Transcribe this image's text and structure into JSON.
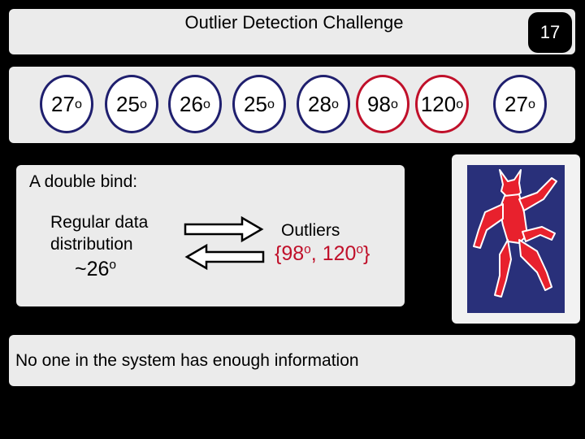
{
  "slide": {
    "title": "Outlier Detection Challenge",
    "number": "17"
  },
  "temperatures": [
    {
      "value": "27",
      "unit": "o",
      "outlier": false
    },
    {
      "value": "25",
      "unit": "o",
      "outlier": false
    },
    {
      "value": "26",
      "unit": "o",
      "outlier": false
    },
    {
      "value": "25",
      "unit": "o",
      "outlier": false
    },
    {
      "value": "28",
      "unit": "o",
      "outlier": false
    },
    {
      "value": "98",
      "unit": "o",
      "outlier": true
    },
    {
      "value": "120",
      "unit": "o",
      "outlier": true
    },
    {
      "value": "27",
      "unit": "o",
      "outlier": false
    }
  ],
  "double_bind": {
    "heading": "A double bind:",
    "regular_line1": "Regular data",
    "regular_line2": "distribution",
    "average_prefix": "~26",
    "average_unit": "o",
    "outliers_label": "Outliers",
    "outliers_open": "{98",
    "outliers_unit1": "o",
    "outliers_mid": ", 120",
    "outliers_unit2": "o",
    "outliers_close": "}"
  },
  "picture": {
    "icon": "red-devil-figure"
  },
  "conclusion": "No one in the system has enough information",
  "colors": {
    "background": "#000000",
    "panel": "#ebebeb",
    "normal_border": "#1f1f6e",
    "outlier_red": "#c0102a",
    "devil_red": "#e8212d",
    "picture_blue": "#29307a"
  }
}
